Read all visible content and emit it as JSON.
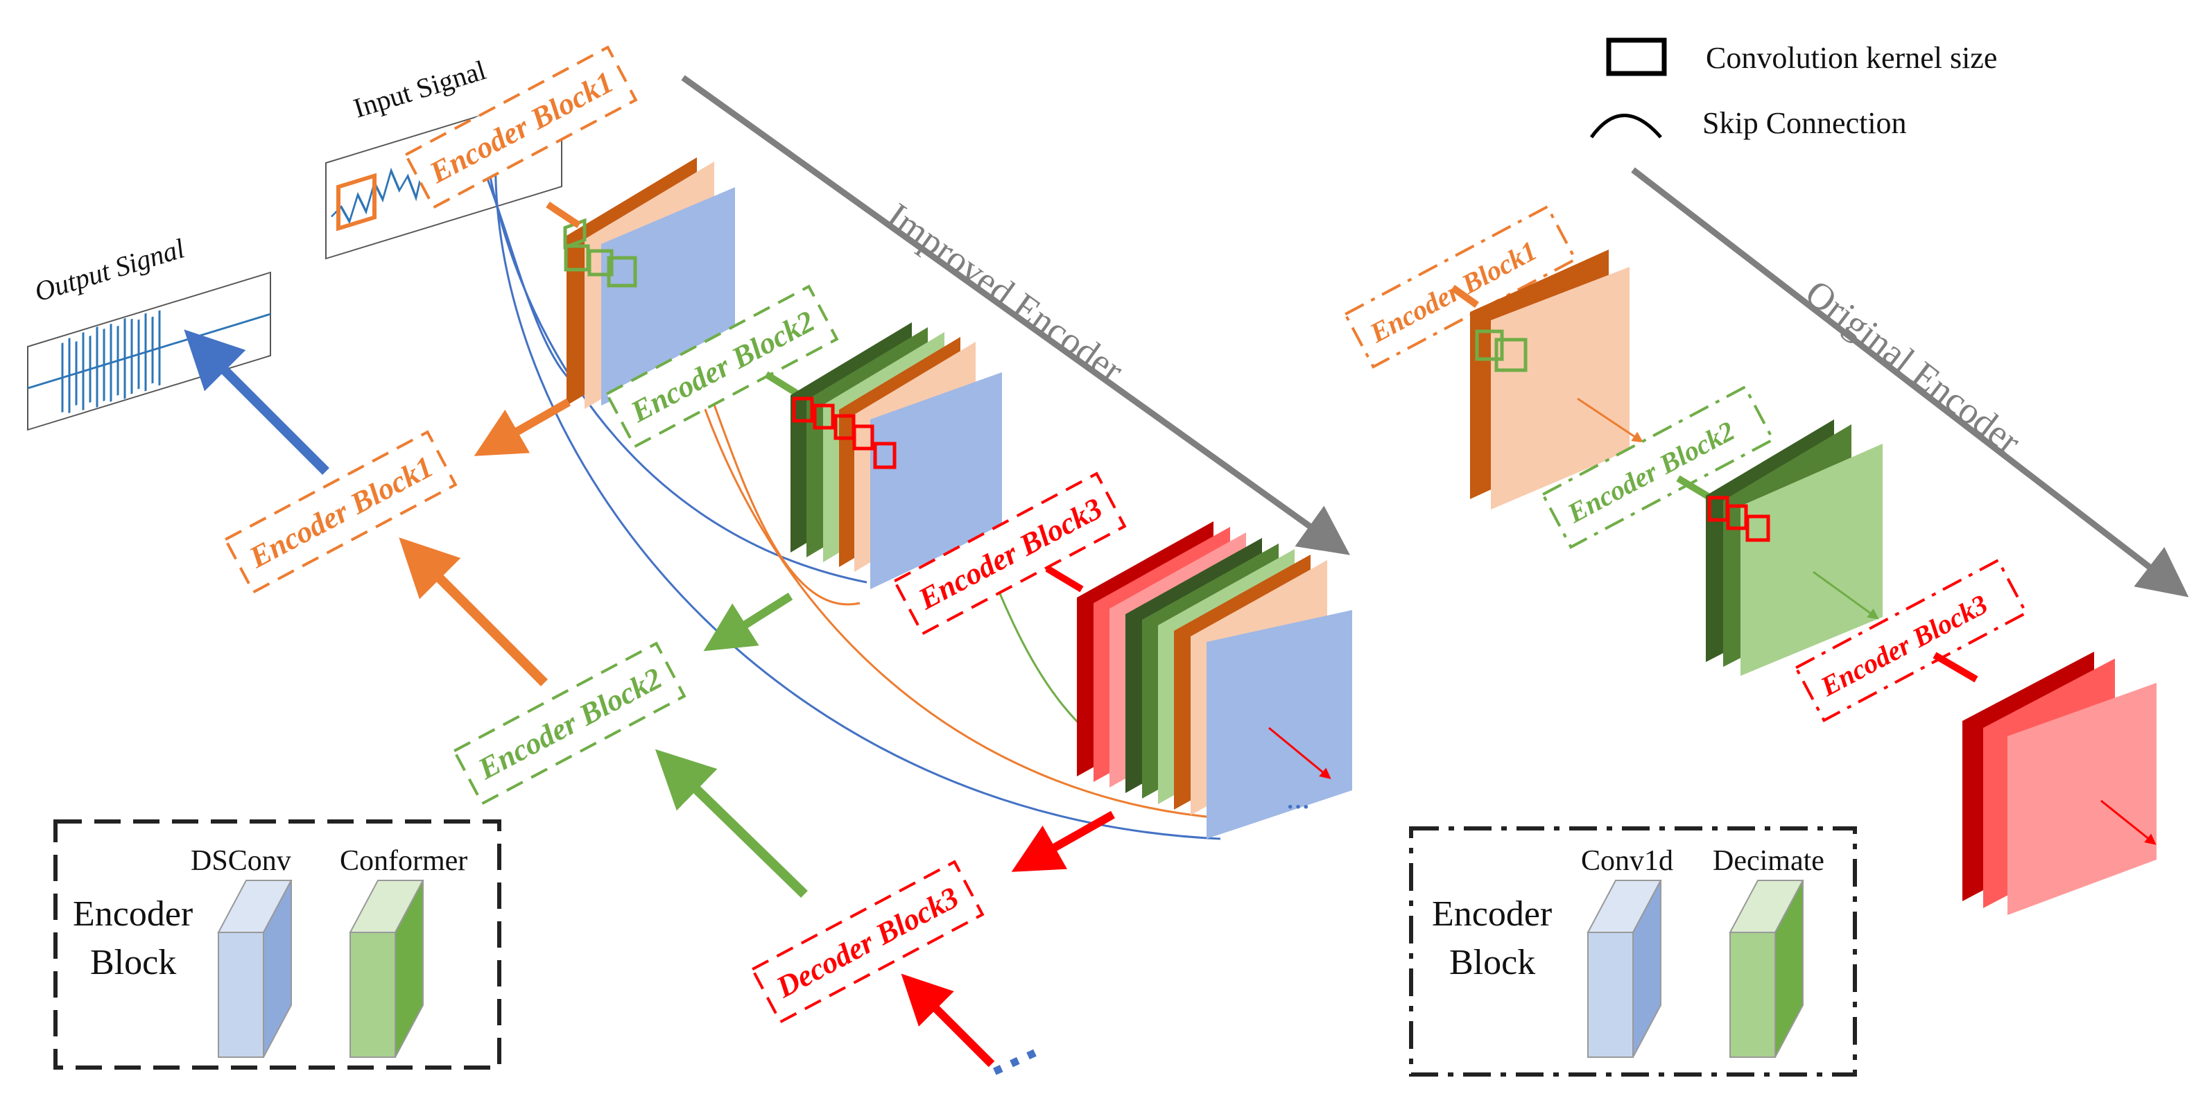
{
  "legend": {
    "kernel_label": "Convolution kernel size",
    "skip_label": "Skip Connection"
  },
  "signals": {
    "input_label": "Input Signal",
    "output_label": "Output Signal"
  },
  "improved": {
    "title": "Improved Encoder",
    "block1": "Encoder Block1",
    "block2": "Encoder Block2",
    "block3": "Encoder Block3"
  },
  "decoder": {
    "block1": "Encoder Block1",
    "block2": "Encoder Block2",
    "block3": "Decoder Block3"
  },
  "original": {
    "title": "Original Encoder",
    "block1": "Encoder Block1",
    "block2": "Encoder Block2",
    "block3": "Encoder Block3"
  },
  "left_panel": {
    "title_line1": "Encoder",
    "title_line2": "Block",
    "item1": "DSConv",
    "item2": "Conformer"
  },
  "right_panel": {
    "title_line1": "Encoder",
    "title_line2": "Block",
    "item1": "Conv1d",
    "item2": "Decimate"
  },
  "colors": {
    "orange": "#ed7d31",
    "green": "#70ad47",
    "red": "#ff0000",
    "blue": "#4472c4",
    "gray": "#7f7f7f"
  }
}
